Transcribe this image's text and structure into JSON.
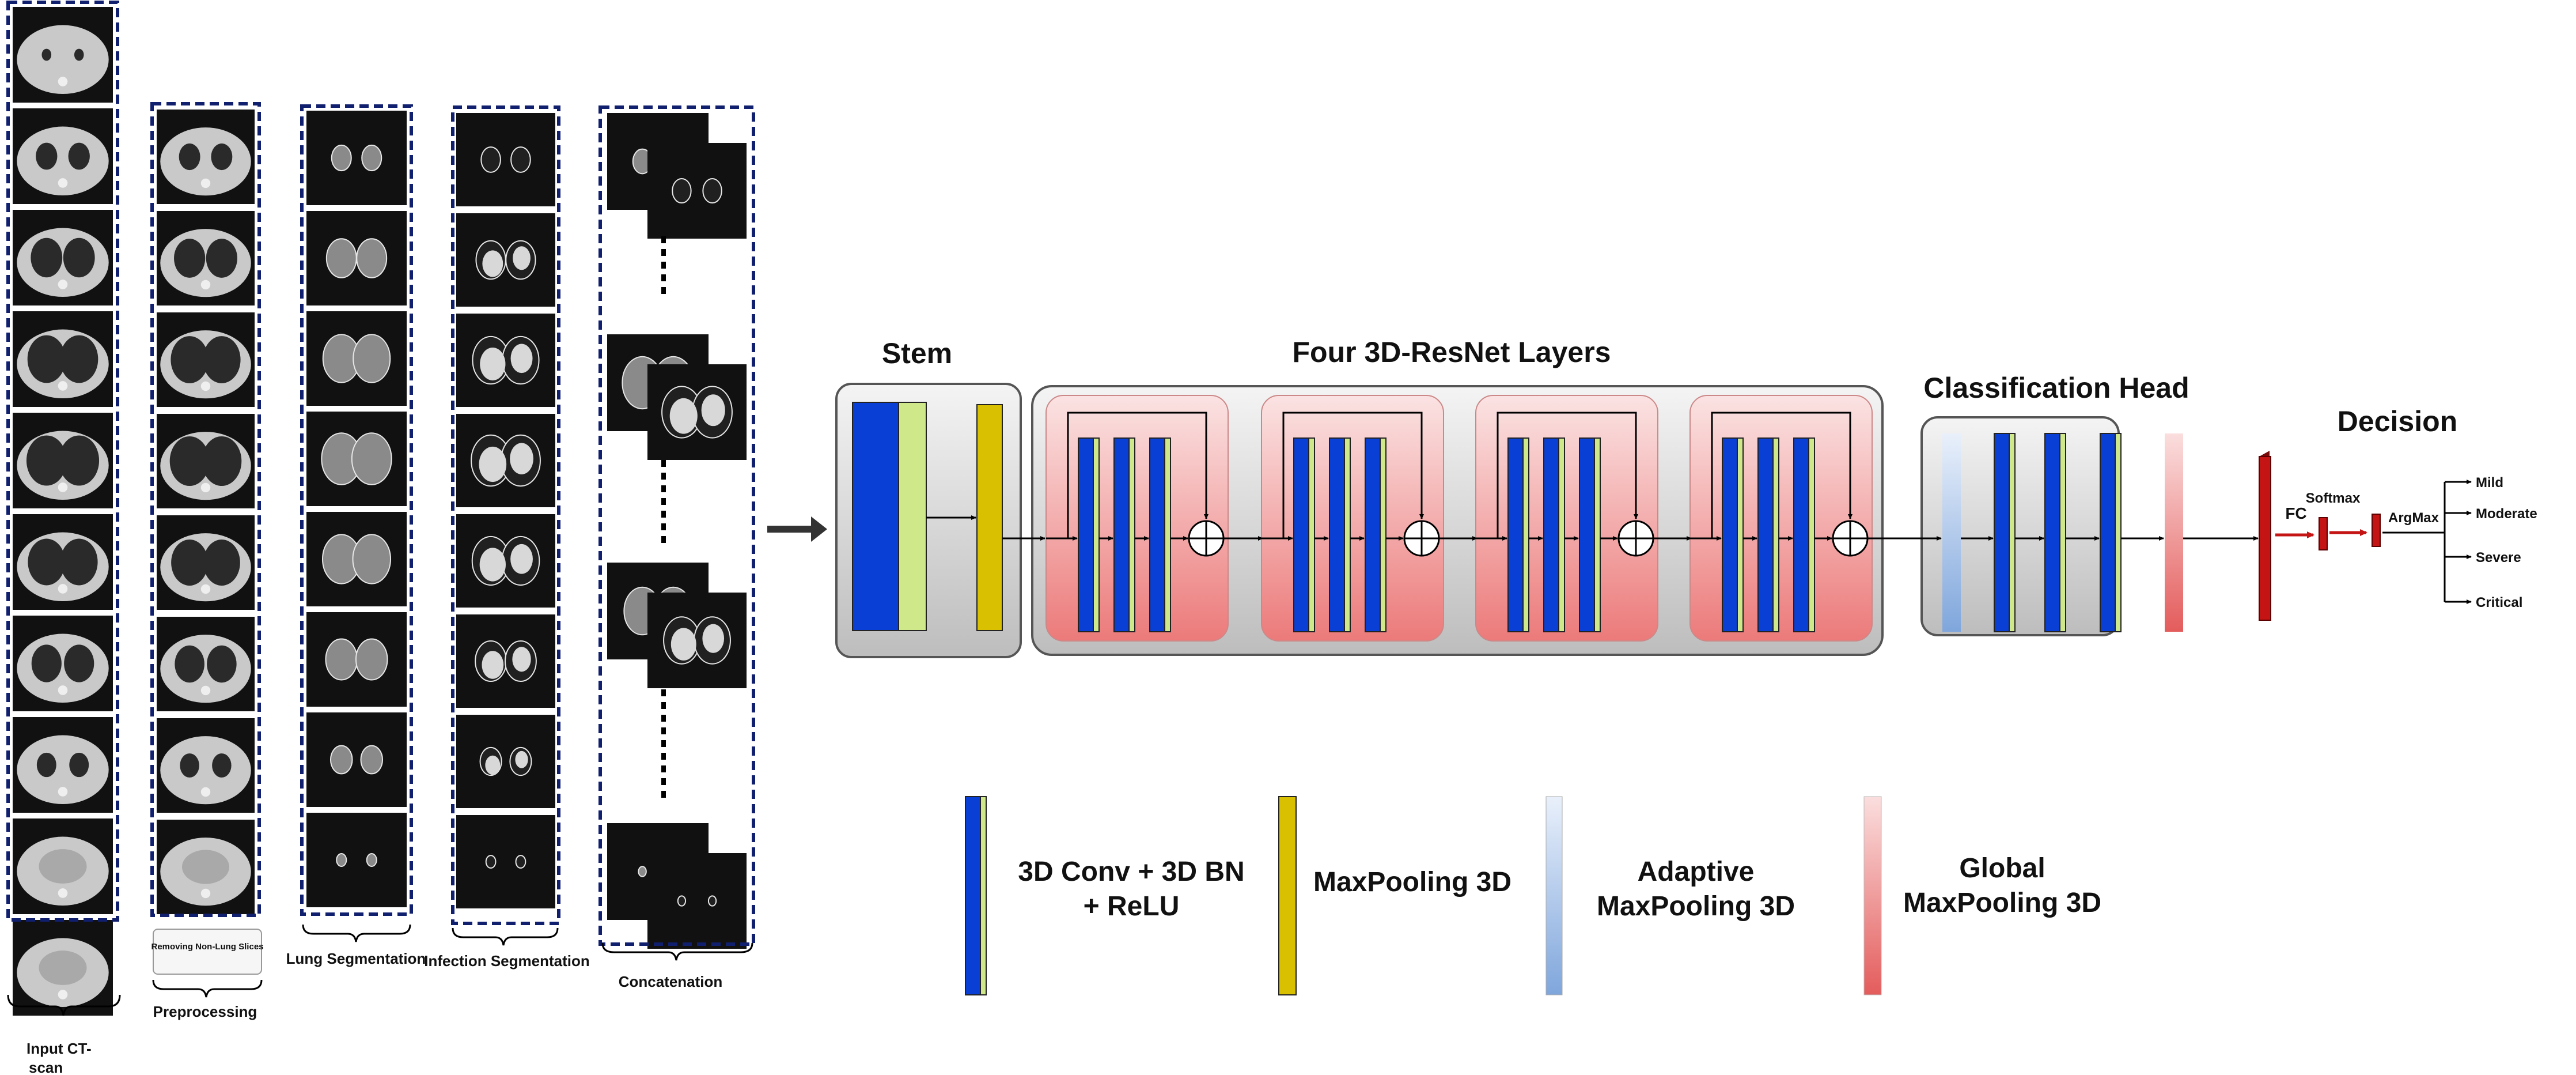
{
  "pipeline": {
    "input_label": "Input CT-scan",
    "preprocessing_label": "Preprocessing",
    "preprocessing_box_text": "Removing Non-Lung Slices",
    "lung_seg_label": "Lung Segmentation",
    "infection_seg_label": "Infection Segmentation",
    "concat_label": "Concatenation"
  },
  "model": {
    "stem_title": "Stem",
    "resnet_title": "Four 3D-ResNet Layers",
    "head_title": "Classification Head",
    "decision_title": "Decision",
    "fc_label": "FC",
    "softmax_label": "Softmax",
    "argmax_label": "ArgMax",
    "classes": [
      "Mild",
      "Moderate",
      "Severe",
      "Critical"
    ]
  },
  "legend": {
    "conv": "3D Conv + 3D BN + ReLU",
    "maxpool": "MaxPooling 3D",
    "adaptive": "Adaptive MaxPooling 3D",
    "global": "Global MaxPooling 3D"
  },
  "colors": {
    "conv_blue": "#0a3fd6",
    "bn_green": "#cfe88a",
    "maxpool_yellow": "#d9c000",
    "frame_navy": "#101f6e",
    "residual_red": "#f07e7e",
    "fc_red": "#c41414"
  }
}
